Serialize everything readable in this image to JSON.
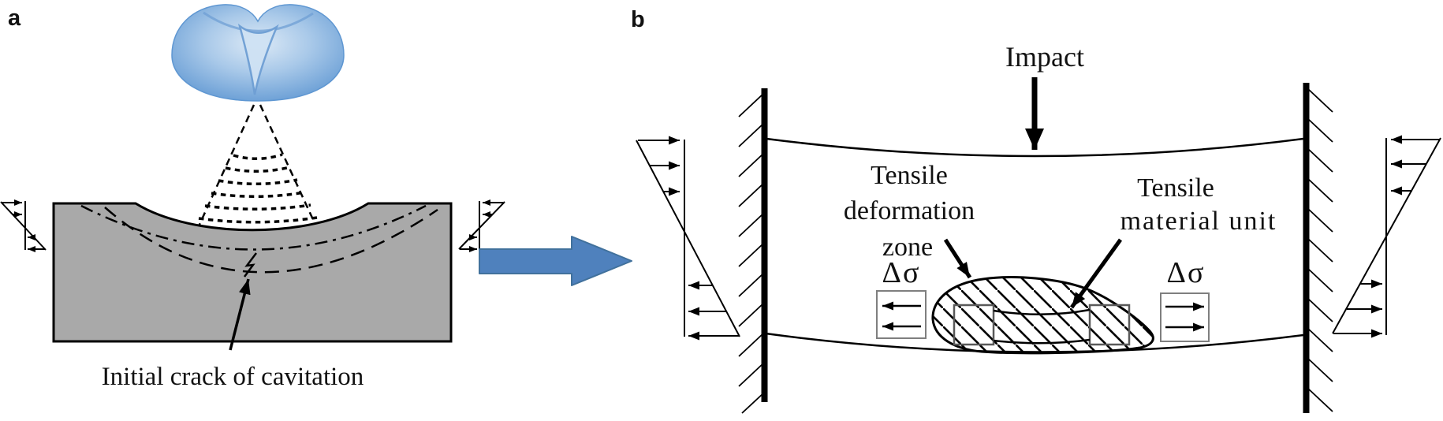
{
  "figure": {
    "panel_a": {
      "label": "a",
      "caption": "Initial crack of cavitation"
    },
    "panel_b": {
      "label": "b",
      "impact_label": "Impact",
      "zone_label_line1": "Tensile",
      "zone_label_line2": "deformation",
      "zone_label_line3": "zone",
      "unit_label_line1": "Tensile",
      "unit_label_line2": "material unit",
      "delta_sigma_left": "Δσ",
      "delta_sigma_right": "Δσ"
    }
  },
  "colors": {
    "outline_black": "#000000",
    "block_gray": "#a9a9a9",
    "transition_arrow_fill": "#4f81bd",
    "transition_arrow_stroke": "#41719c",
    "bubble_light": "#dce9f6",
    "bubble_mid": "#a9c9e9",
    "bubble_deep": "#5f97d2",
    "bubble_line": "#6f9fd4",
    "sigma_box_stroke": "#7f7f7f",
    "unit_square_stroke": "#595959"
  }
}
